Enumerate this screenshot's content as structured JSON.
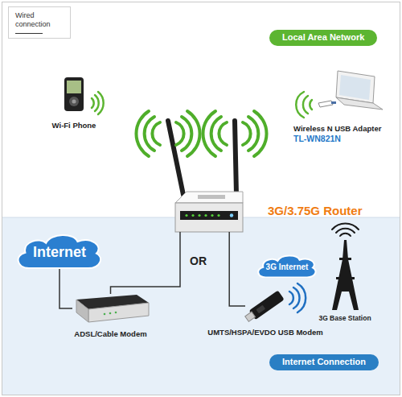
{
  "diagram": {
    "nodes": [
      {
        "text": [
          "Local Area Network"
        ]
      },
      {
        "text": [
          "Wi-Fi Phone"
        ]
      },
      {
        "text": [
          "Wireless N USB Adapter",
          "TL-WN821N"
        ]
      },
      {
        "text": [
          "3G/3.75G Router"
        ]
      },
      {
        "text": [
          "Internet"
        ]
      },
      {
        "text": [
          "ADSL/Cable Modem"
        ]
      },
      {
        "text": [
          "UMTS/HSPA/EVDO USB Modem"
        ]
      },
      {
        "text": [
          "3G Internet"
        ]
      },
      {
        "text": [
          "3G Base Station"
        ]
      },
      {
        "text": [
          "Internet Connection"
        ]
      }
    ],
    "edges": [
      {
        "from": 3,
        "to": 5,
        "arrow": "none"
      },
      {
        "from": 4,
        "to": 5,
        "arrow": "none"
      },
      {
        "from": 3,
        "to": 6,
        "arrow": "none"
      }
    ],
    "labels": [
      "OR"
    ],
    "legend": [
      {
        "text": "Wired connection"
      }
    ]
  }
}
